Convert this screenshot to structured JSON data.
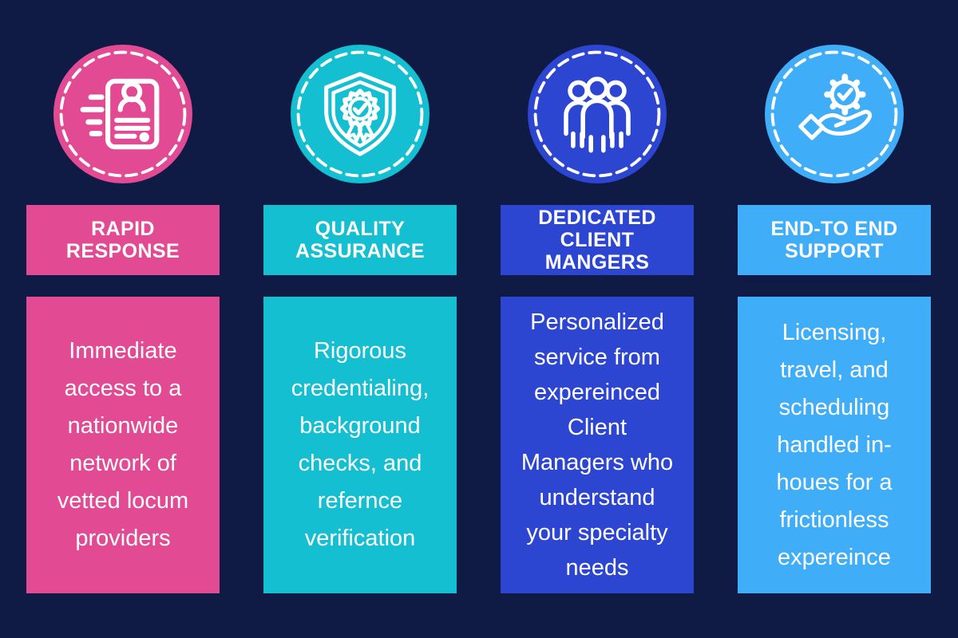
{
  "background_color": "#0f1b45",
  "text_color": "#ffffff",
  "columns": [
    {
      "id": "rapid-response",
      "icon": "rapid-response-document-icon",
      "accent_color": "#e24a93",
      "header": "RAPID\nRESPONSE",
      "body": "Immediate\naccess to a\nnationwide\nnetwork of\nvetted locum\nproviders"
    },
    {
      "id": "quality-assurance",
      "icon": "shield-check-badge-icon",
      "accent_color": "#13bfd0",
      "header": "QUALITY\nASSURANCE",
      "body": "Rigorous\ncredentialing,\nbackground\nchecks, and\nrefernce\nverification"
    },
    {
      "id": "dedicated-client-managers",
      "icon": "team-people-icon",
      "accent_color": "#2c46d2",
      "header": "DEDICATED\nCLIENT\nMANGERS",
      "body": "Personalized\nservice from\nexpereinced\nClient\nManagers who\nunderstand\nyour specialty\nneeds"
    },
    {
      "id": "end-to-end-support",
      "icon": "hand-holding-gear-icon",
      "accent_color": "#3fadf8",
      "header": "END-TO END\nSUPPORT",
      "body": "Licensing,\ntravel, and\nscheduling\nhandled in-\nhoues for a\nfrictionless\nexpereince"
    }
  ]
}
